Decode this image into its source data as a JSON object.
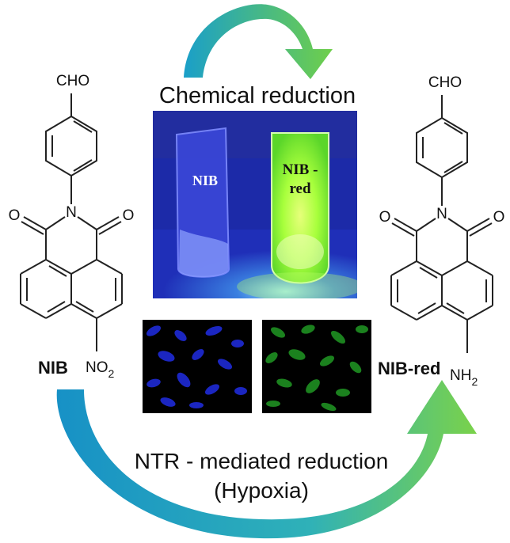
{
  "figure": {
    "top_label": "Chemical reduction",
    "bottom_label_line1": "NTR - mediated reduction",
    "bottom_label_line2": "(Hypoxia)"
  },
  "left_molecule": {
    "name": "NIB",
    "aldehyde_group": "CHO",
    "substituent_main": "NO",
    "substituent_sub": "2",
    "carbonyl_o": "O",
    "imide_n": "N"
  },
  "right_molecule": {
    "name": "NIB-red",
    "aldehyde_group": "CHO",
    "substituent_main": "NH",
    "substituent_sub": "2",
    "carbonyl_o": "O",
    "imide_n": "N"
  },
  "photo": {
    "vial_left_label": "NIB",
    "vial_right_label_line1": "NIB -",
    "vial_right_label_line2": "red"
  },
  "colors": {
    "arrow_start": "#1a9fc9",
    "arrow_end": "#6fcf4a",
    "photo_bg": "#1f2fb8",
    "fluorescence_green": "#b8ff3a",
    "cells_blue": "#1e2bd6",
    "cells_green": "#1f8f22"
  }
}
